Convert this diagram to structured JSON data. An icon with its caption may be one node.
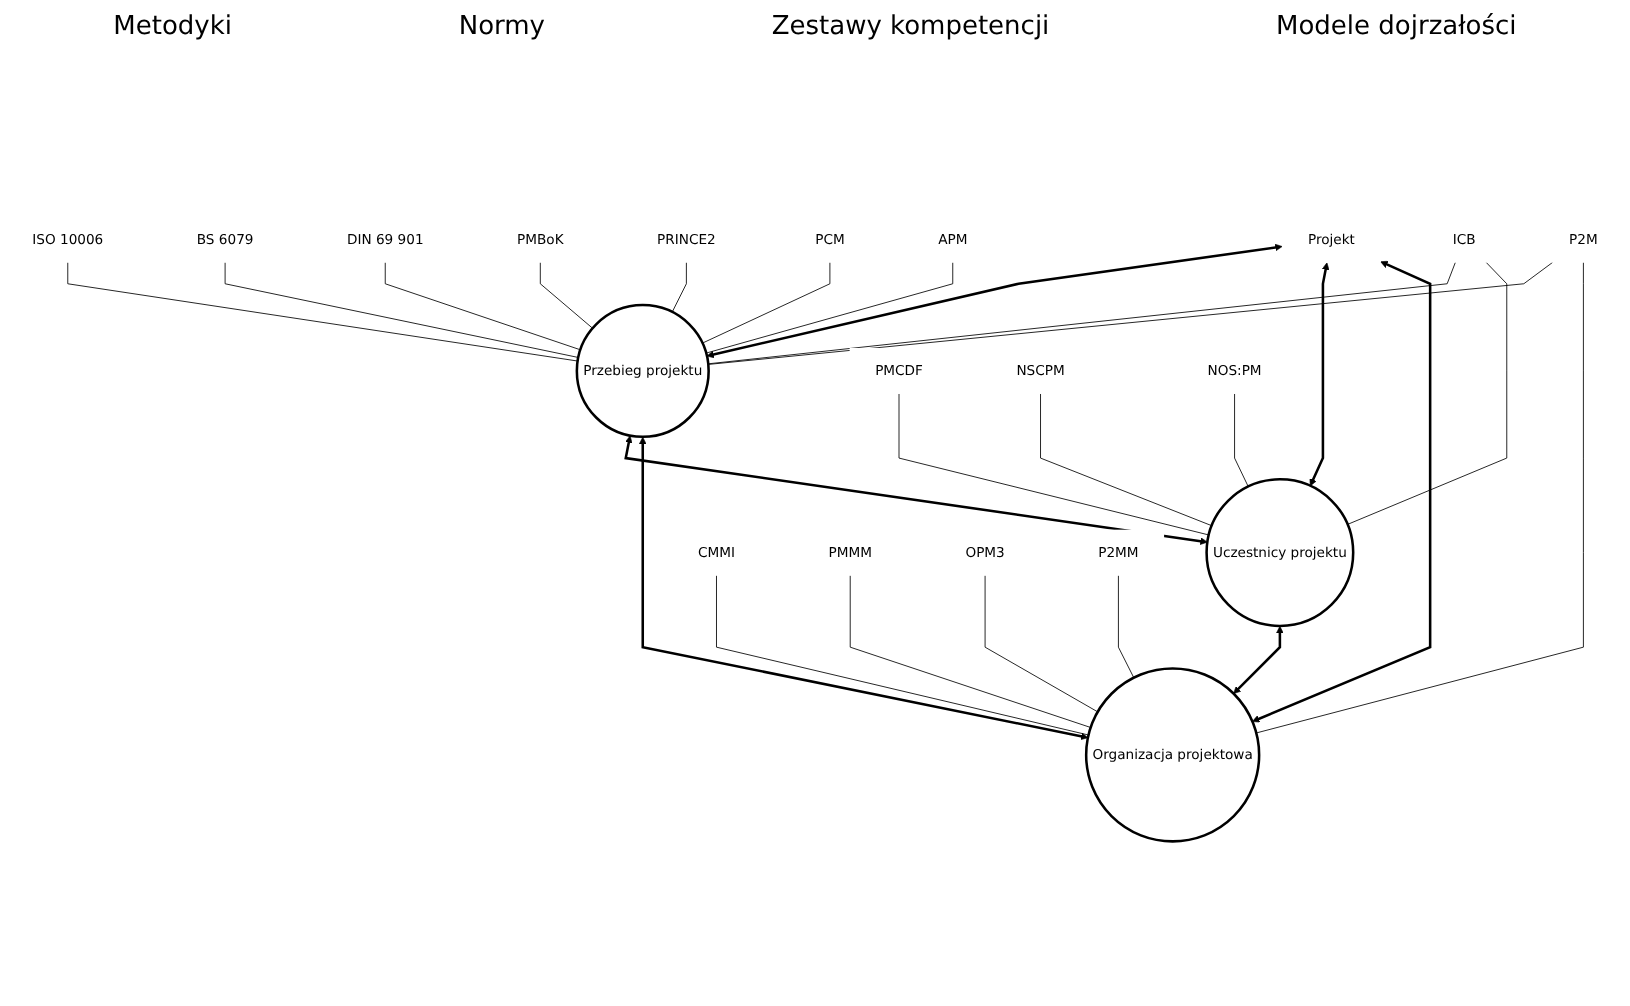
{
  "diagram": {
    "nodes": [
      {
        "text": [
          "Przebieg projektu"
        ]
      },
      {
        "text": [
          "Uczestnicy projektu"
        ]
      },
      {
        "text": [
          "Organizacja projektowa"
        ]
      },
      {
        "text": [
          "Projekt"
        ]
      },
      {
        "text": [
          "ISO 10006"
        ]
      },
      {
        "text": [
          "BS 6079"
        ]
      },
      {
        "text": [
          "DIN 69 901"
        ]
      },
      {
        "text": [
          "PMBoK"
        ]
      },
      {
        "text": [
          "PRINCE2"
        ]
      },
      {
        "text": [
          "PCM"
        ]
      },
      {
        "text": [
          "APM"
        ]
      },
      {
        "text": [
          "P2M"
        ]
      },
      {
        "text": [
          "ICB"
        ]
      },
      {
        "text": [
          "PMCDF"
        ]
      },
      {
        "text": [
          "NSCPM"
        ]
      },
      {
        "text": [
          "NOS:PM"
        ]
      },
      {
        "text": [
          "CMMI"
        ]
      },
      {
        "text": [
          "PMMM"
        ]
      },
      {
        "text": [
          "OPM3"
        ]
      },
      {
        "text": [
          "P2MM"
        ]
      }
    ],
    "edges": [
      {
        "from": 0,
        "to": 1,
        "arrow": "both"
      },
      {
        "from": 0,
        "to": 2,
        "arrow": "both"
      },
      {
        "from": 1,
        "to": 2,
        "arrow": "both"
      },
      {
        "from": 3,
        "to": 0,
        "arrow": "both"
      },
      {
        "from": 3,
        "to": 1,
        "arrow": "both"
      },
      {
        "from": 3,
        "to": 2,
        "arrow": "both"
      },
      {
        "from": 4,
        "to": 0,
        "arrow": "none"
      },
      {
        "from": 5,
        "to": 0,
        "arrow": "none"
      },
      {
        "from": 6,
        "to": 0,
        "arrow": "none"
      },
      {
        "from": 7,
        "to": 0,
        "arrow": "none"
      },
      {
        "from": 8,
        "to": 0,
        "arrow": "none"
      },
      {
        "from": 9,
        "to": 0,
        "arrow": "none"
      },
      {
        "from": 10,
        "to": 0,
        "arrow": "none"
      },
      {
        "from": 11,
        "to": 0,
        "arrow": "none"
      },
      {
        "from": 11,
        "to": 2,
        "arrow": "none"
      },
      {
        "from": 12,
        "to": 0,
        "arrow": "none"
      },
      {
        "from": 12,
        "to": 1,
        "arrow": "none"
      },
      {
        "from": 13,
        "to": 1,
        "arrow": "none"
      },
      {
        "from": 14,
        "to": 1,
        "arrow": "none"
      },
      {
        "from": 15,
        "to": 1,
        "arrow": "none"
      },
      {
        "from": 16,
        "to": 2,
        "arrow": "none"
      },
      {
        "from": 17,
        "to": 2,
        "arrow": "none"
      },
      {
        "from": 18,
        "to": 2,
        "arrow": "none"
      },
      {
        "from": 19,
        "to": 2,
        "arrow": "none"
      }
    ],
    "labels": [
      "Metodyki",
      "Normy",
      "Zestawy kompetencji",
      "Modele dojrzałości"
    ]
  }
}
